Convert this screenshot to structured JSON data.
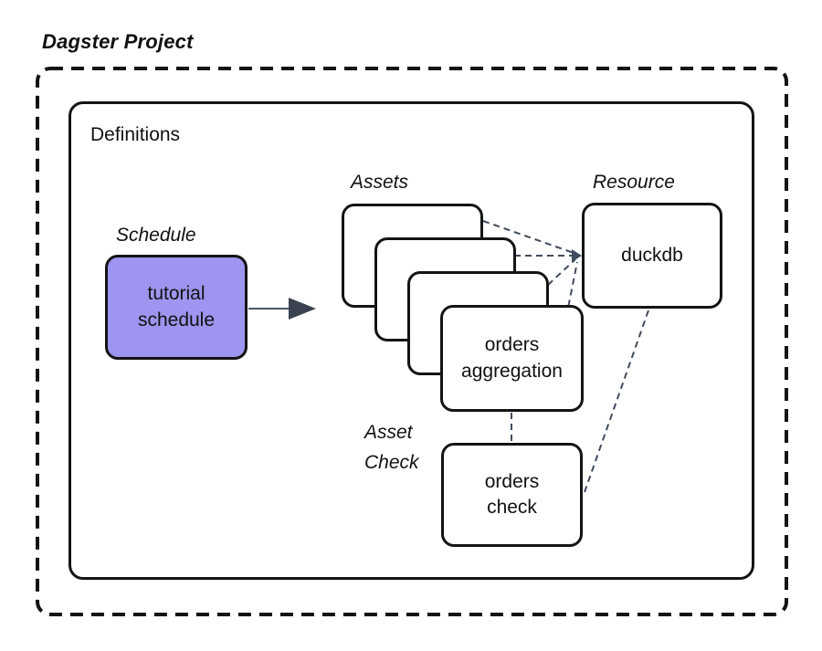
{
  "title": "Dagster Project",
  "definitions": {
    "label": "Definitions"
  },
  "schedule": {
    "section_label": "Schedule",
    "box_label": "tutorial\nschedule"
  },
  "assets": {
    "section_label": "Assets",
    "stacked_box_count": 4,
    "front_box_label": "orders\naggregation"
  },
  "resource": {
    "section_label": "Resource",
    "box_label": "duckdb"
  },
  "asset_check": {
    "section_label": "Asset\nCheck",
    "box_label": "orders\ncheck"
  },
  "colors": {
    "background": "#ffffff",
    "box_border": "#141414",
    "schedule_fill": "#9D95EF",
    "connector_dashed": "#414B5E",
    "arrow_line": "#4C5566",
    "arrow_head": "#3B4350",
    "text": "#111111"
  }
}
